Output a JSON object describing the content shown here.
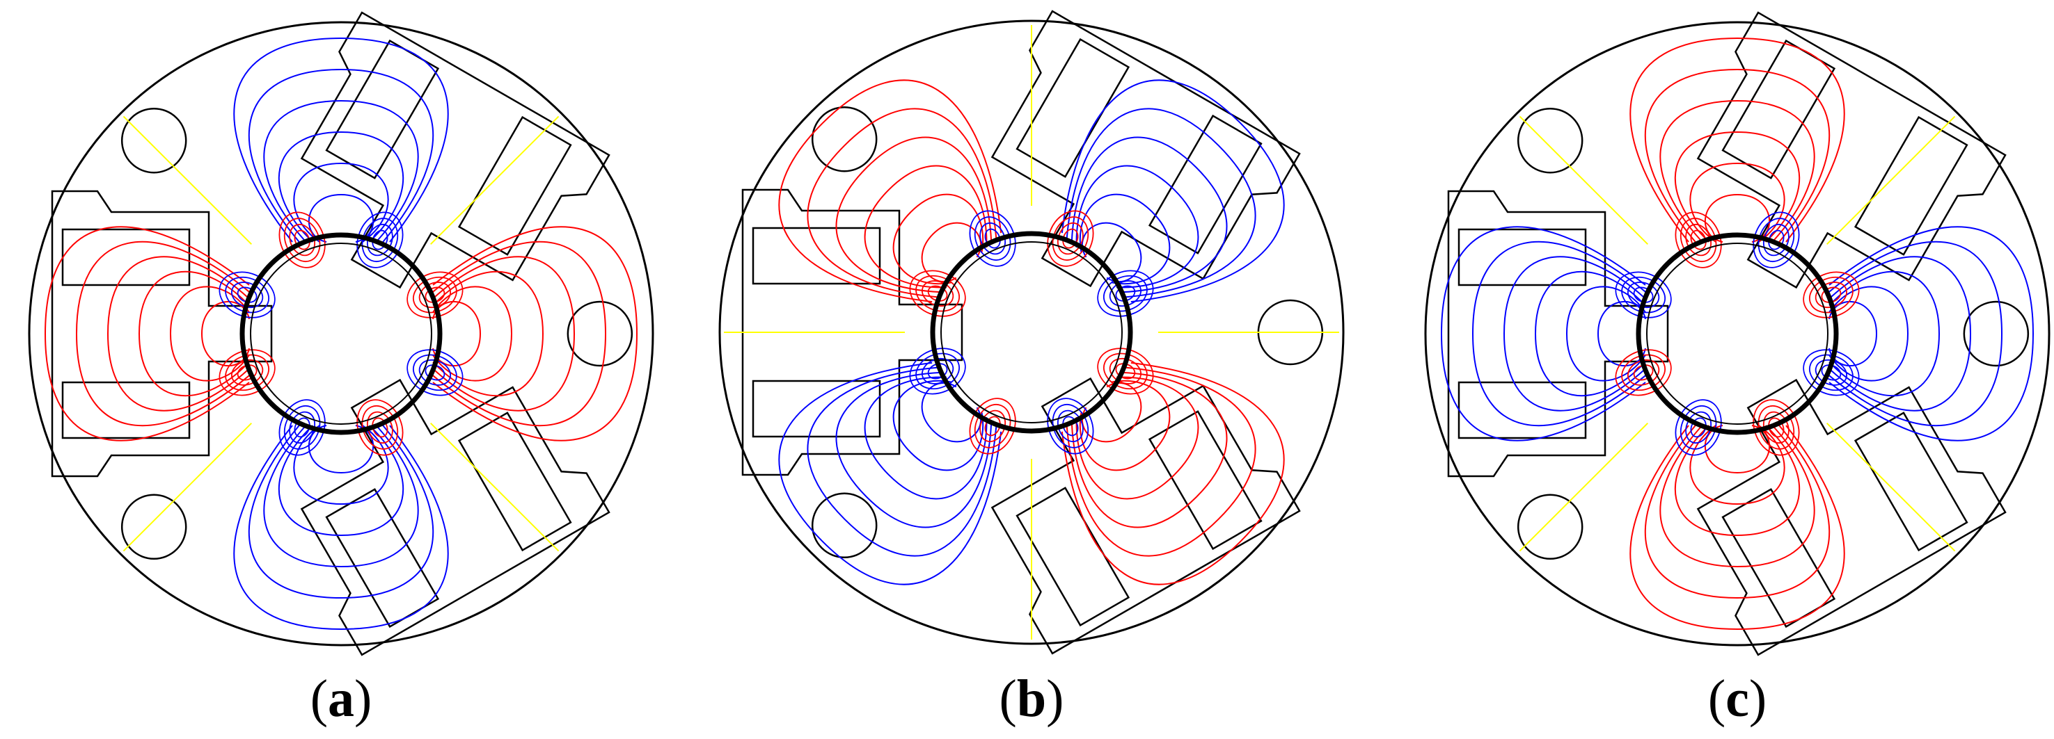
{
  "colors": {
    "outline": "#000000",
    "positive_contour": "#ff0000",
    "negative_contour": "#0000ff",
    "zero_contour": "#ffff00",
    "background": "#ffffff"
  },
  "panels": [
    {
      "label": "a",
      "lobe_offset_deg": 0,
      "lobe_count": 4
    },
    {
      "label": "b",
      "lobe_offset_deg": 45,
      "lobe_count": 4
    },
    {
      "label": "c",
      "lobe_offset_deg": 90,
      "lobe_count": 4
    }
  ]
}
